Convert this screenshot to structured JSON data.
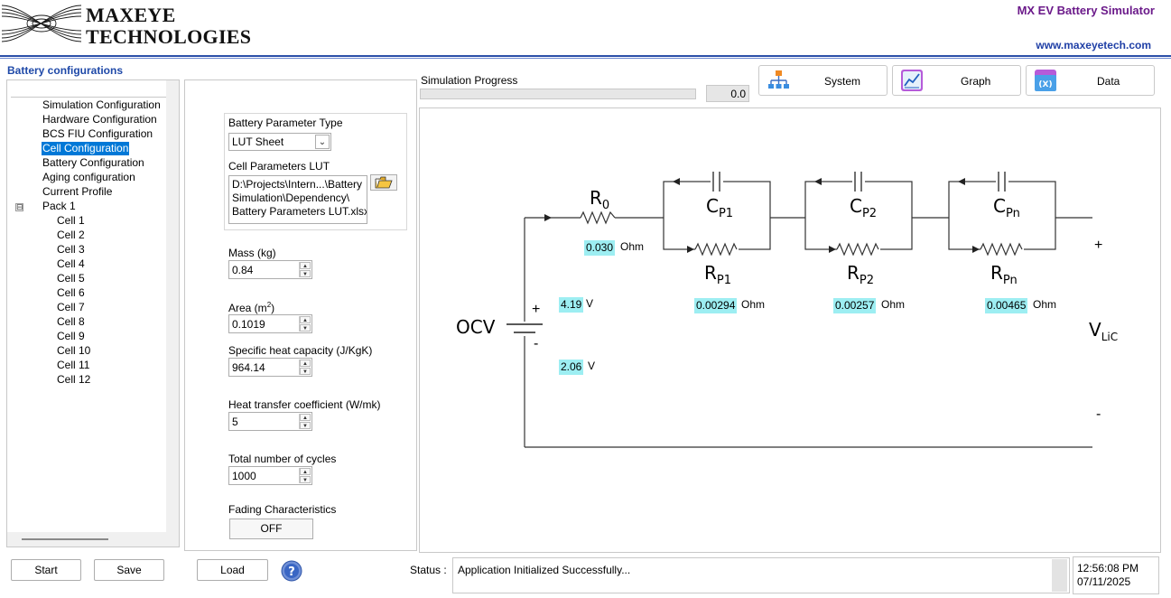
{
  "header": {
    "company_line1": "MAXEYE",
    "company_line2": "TECHNOLOGIES",
    "app_title": "MX EV Battery Simulator",
    "website": "www.maxeyetech.com"
  },
  "sidebar": {
    "title": "Battery configurations",
    "items": [
      {
        "label": "Simulation Configuration",
        "selected": false
      },
      {
        "label": "Hardware Configuration",
        "selected": false
      },
      {
        "label": "BCS FIU Configuration",
        "selected": false
      },
      {
        "label": "Cell Configuration",
        "selected": true
      },
      {
        "label": "Battery Configuration",
        "selected": false
      },
      {
        "label": "Aging configuration",
        "selected": false
      },
      {
        "label": "Current Profile",
        "selected": false
      },
      {
        "label": "Pack 1",
        "selected": false,
        "expanded": true
      }
    ],
    "expander_symbol": "⊟",
    "cells": [
      "Cell 1",
      "Cell 2",
      "Cell 3",
      "Cell 4",
      "Cell 5",
      "Cell 6",
      "Cell 7",
      "Cell 8",
      "Cell 9",
      "Cell 10",
      "Cell 11",
      "Cell 12"
    ]
  },
  "config": {
    "param_type_label": "Battery Parameter Type",
    "param_type_value": "LUT Sheet",
    "lut_label": "Cell Parameters LUT",
    "lut_path_line1": "D:\\Projects\\Intern...\\Battery",
    "lut_path_line2": "Simulation\\Dependency\\",
    "lut_path_line3": "Battery Parameters LUT.xlsx",
    "mass_label": "Mass (kg)",
    "mass_value": "0.84",
    "area_label": "Area (m",
    "area_label_sup": "2",
    "area_label_end": ")",
    "area_value": "0.1019",
    "heat_capacity_label": "Specific heat capacity (J/KgK)",
    "heat_capacity_value": "964.14",
    "heat_transfer_label": "Heat transfer coefficient (W/mk)",
    "heat_transfer_value": "5",
    "cycles_label": "Total number of cycles",
    "cycles_value": "1000",
    "fading_label": "Fading Characteristics",
    "fading_value": "OFF"
  },
  "progress": {
    "label": "Simulation Progress",
    "value": "0.0",
    "fraction": 0.0
  },
  "tabs": [
    {
      "label": "System",
      "icon": "network-icon"
    },
    {
      "label": "Graph",
      "icon": "line-graph-icon"
    },
    {
      "label": "Data",
      "icon": "variable-icon"
    }
  ],
  "circuit": {
    "r0_main": "R",
    "r0_sub": "0",
    "r0_value": "0.030",
    "r0_unit": "Ohm",
    "cp1_main": "C",
    "cp1_sub": "P1",
    "cp2_main": "C",
    "cp2_sub": "P2",
    "cpn_main": "C",
    "cpn_sub": "Pn",
    "rp1_main": "R",
    "rp1_sub": "P1",
    "rp2_main": "R",
    "rp2_sub": "P2",
    "rpn_main": "R",
    "rpn_sub": "Pn",
    "rp1_value": "0.00294",
    "rp2_value": "0.00257",
    "rpn_value": "0.00465",
    "ohm_unit": "Ohm",
    "ocv_label": "OCV",
    "ocv_value": "4.19",
    "ocv_unit": "V",
    "second_value": "2.06",
    "second_unit": "V",
    "plus_sign": "+",
    "minus_sign": "-",
    "vlic_main": "V",
    "vlic_sub": "LiC",
    "out_plus": "+",
    "out_minus": "-"
  },
  "buttons": {
    "start": "Start",
    "save": "Save",
    "load": "Load",
    "help_symbol": "?"
  },
  "status": {
    "label": "Status :",
    "text": "Application Initialized Successfully..."
  },
  "clock": {
    "time": "12:56:08 PM",
    "date": "07/11/2025"
  }
}
